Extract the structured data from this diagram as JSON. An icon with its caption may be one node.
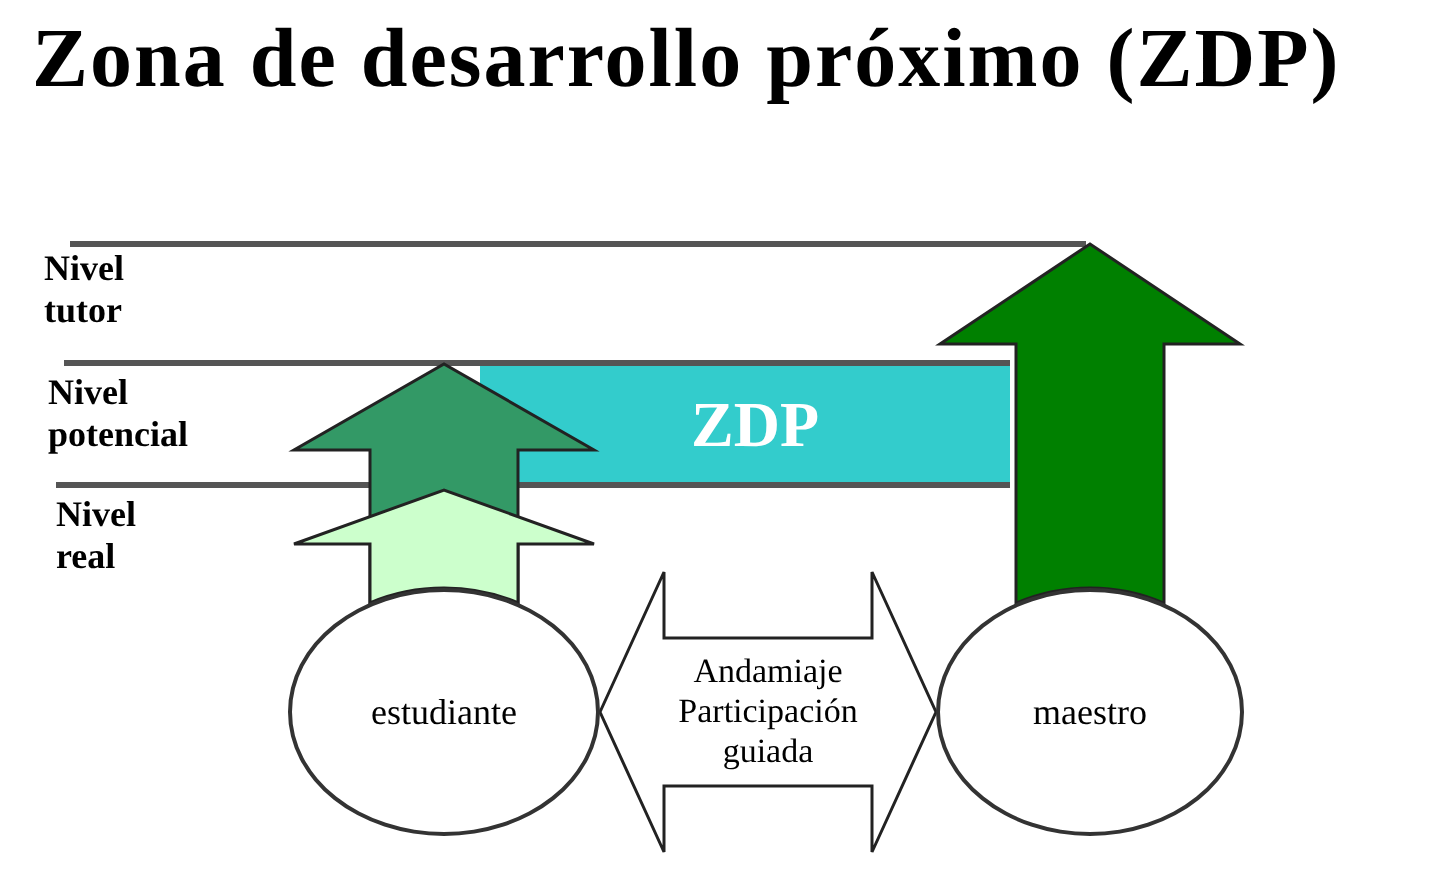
{
  "diagram": {
    "title": "Zona de desarrollo próximo (ZDP)",
    "nodes": [
      {
        "text": [
          "ZDP"
        ]
      },
      {
        "text": [
          "estudiante"
        ]
      },
      {
        "text": [
          "maestro"
        ]
      }
    ],
    "edges": [
      {
        "from": 1,
        "to": null,
        "arrow": "to",
        "style": "thick",
        "color": "#339966"
      },
      {
        "from": 1,
        "to": null,
        "arrow": "to",
        "style": "thick",
        "color": "#ccffcc"
      },
      {
        "from": 2,
        "to": null,
        "arrow": "to",
        "style": "thick",
        "color": "#008000"
      },
      {
        "from": 1,
        "to": 2,
        "arrow": "both",
        "label": "Andamiaje Participación guiada",
        "style": "thick"
      }
    ],
    "labels": [
      "Nivel tutor",
      "Nivel potencial",
      "Nivel real"
    ]
  }
}
